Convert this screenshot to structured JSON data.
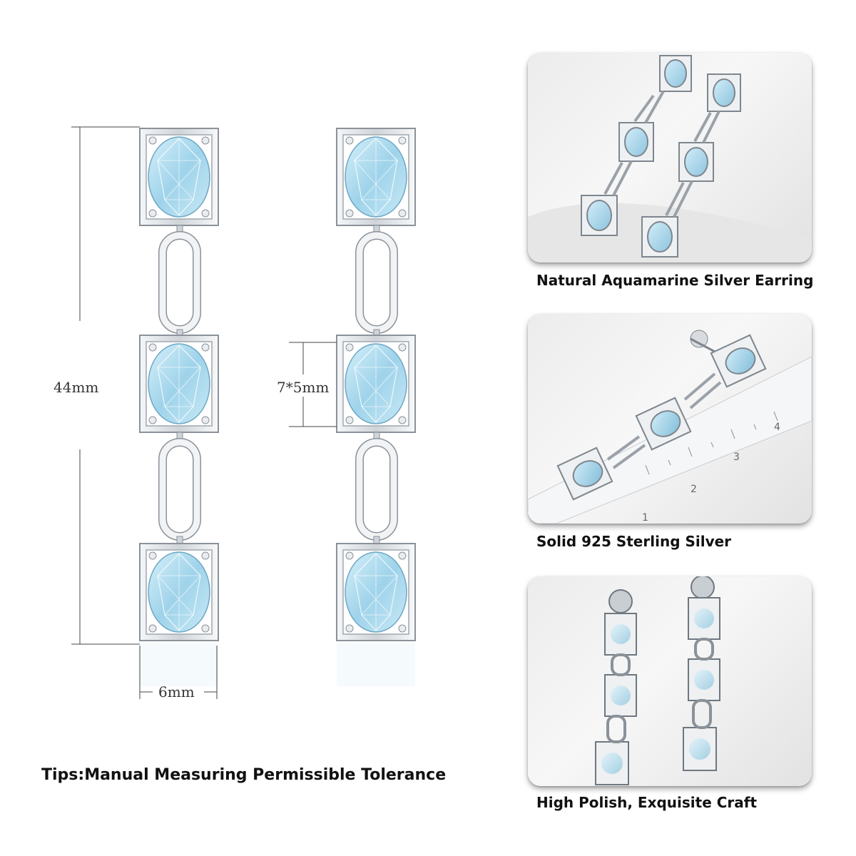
{
  "dimensions": {
    "total_length": "44mm",
    "stone_size": "7*5mm",
    "width": "6mm"
  },
  "tips": "Tips:Manual Measuring Permissible Tolerance",
  "captions": [
    "Natural Aquamarine Silver Earring",
    "Solid 925 Sterling Silver",
    "High Polish, Exquisite Craft"
  ],
  "ruler_numbers": [
    "1",
    "2",
    "3",
    "4"
  ],
  "colors": {
    "stone": "#a9d9ee",
    "silver": "#d9dde1",
    "outline": "#7d858c"
  }
}
